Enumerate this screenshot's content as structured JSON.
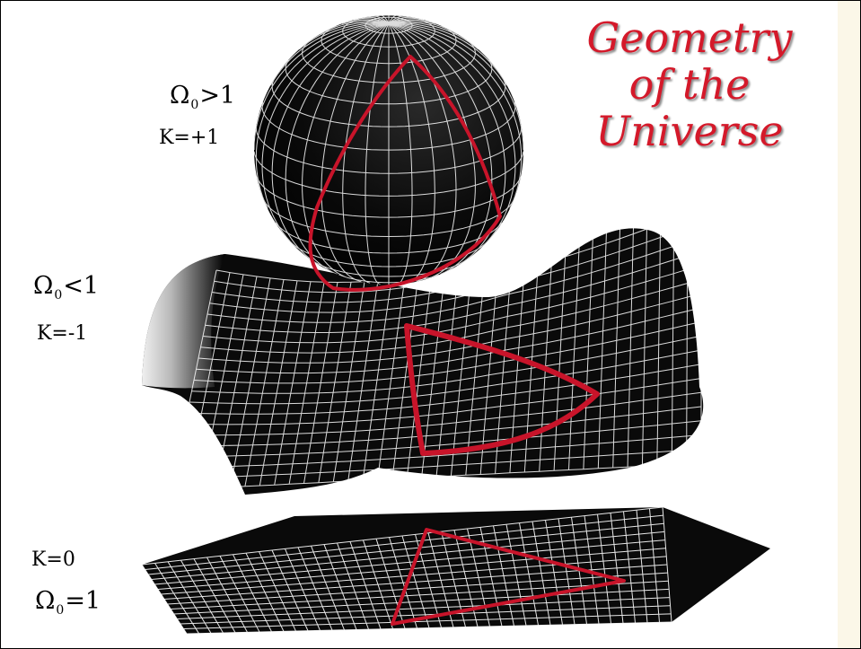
{
  "title": {
    "line1": "Geometry",
    "line2": "of the",
    "line3": "Universe"
  },
  "labels": {
    "closed": {
      "omega_symbol": "Ω",
      "subscript": "0",
      "relation": ">1",
      "curvature": "K=+1"
    },
    "open": {
      "omega_symbol": "Ω",
      "subscript": "0",
      "relation": "<1",
      "curvature": "K=-1"
    },
    "flat": {
      "omega_symbol": "Ω",
      "subscript": "0",
      "relation": "=1",
      "curvature": "K=0"
    }
  },
  "colors": {
    "accent_red": "#d4192a",
    "surface": "#000000",
    "grid": "#ffffff",
    "triangle": "#c8142a",
    "right_band": "#fbf7e8"
  },
  "shapes": [
    "sphere",
    "saddle",
    "plane"
  ]
}
